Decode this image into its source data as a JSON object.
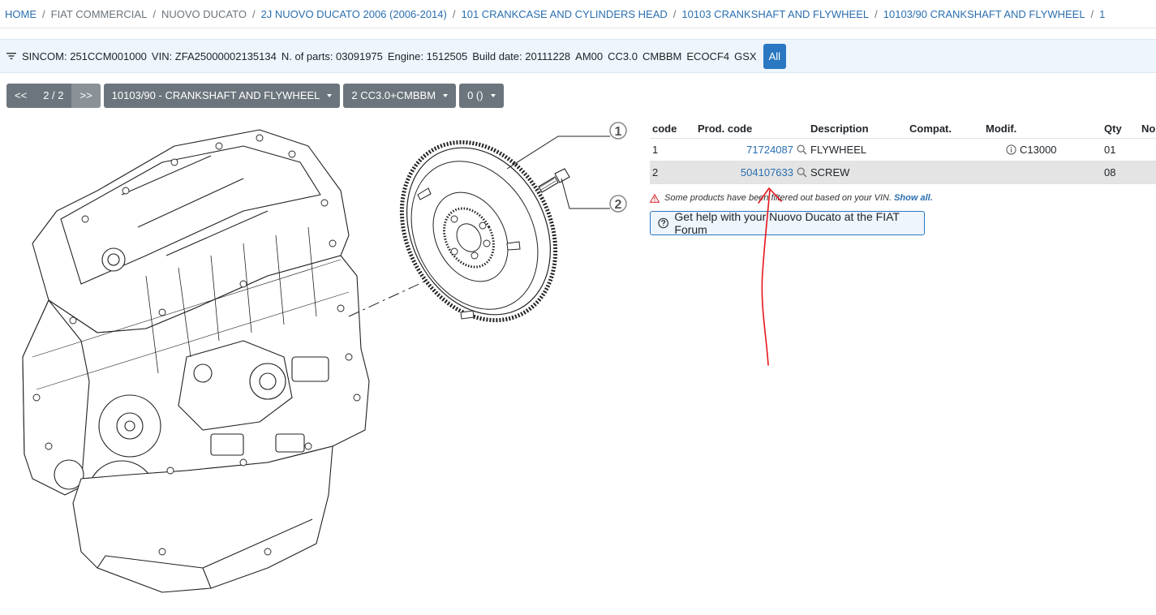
{
  "breadcrumb": [
    {
      "label": "HOME",
      "style": "link"
    },
    {
      "label": "FIAT COMMERCIAL",
      "style": "muted"
    },
    {
      "label": "NUOVO DUCATO",
      "style": "muted"
    },
    {
      "label": "2J NUOVO DUCATO 2006 (2006-2014)",
      "style": "link"
    },
    {
      "label": "101 CRANKCASE AND CYLINDERS HEAD",
      "style": "link"
    },
    {
      "label": "10103 CRANKSHAFT AND FLYWHEEL",
      "style": "link"
    },
    {
      "label": "10103/90 CRANKSHAFT AND FLYWHEEL",
      "style": "link"
    },
    {
      "label": "1",
      "style": "link"
    }
  ],
  "breadcrumb_separator": "/",
  "vehicle_info": {
    "sincom": "SINCOM: 251CCM001000",
    "vin": "VIN: ZFA25000002135134",
    "parts": "N. of parts: 03091975",
    "engine": "Engine: 1512505",
    "build_date": "Build date: 20111228",
    "codes": [
      "AM00",
      "CC3.0",
      "CMBBM",
      "ECOCF4",
      "GSX"
    ],
    "all_button": "All"
  },
  "toolbar": {
    "prev": "<<",
    "page": "2 / 2",
    "next": ">>",
    "section_dropdown": "10103/90 - CRANKSHAFT AND FLYWHEEL",
    "variant_dropdown": "2 CC3.0+CMBBM",
    "filter_dropdown": "0 ()"
  },
  "diagram": {
    "callouts": [
      "1",
      "2"
    ]
  },
  "parts_table": {
    "headers": {
      "code": "code",
      "prod_code": "Prod. code",
      "description": "Description",
      "compat": "Compat.",
      "modif": "Modif.",
      "qty": "Qty",
      "notes": "No"
    },
    "rows": [
      {
        "code": "1",
        "prod_code": "71724087",
        "description": "FLYWHEEL",
        "compat": "",
        "modif": "C13000",
        "qty": "01"
      },
      {
        "code": "2",
        "prod_code": "504107633",
        "description": "SCREW",
        "compat": "",
        "modif": "",
        "qty": "08"
      }
    ]
  },
  "filter_notice": {
    "text": "Some products have been filtered out based on your VIN.",
    "link": "Show all."
  },
  "forum_button": "Get help with your Nuovo Ducato at the FIAT Forum",
  "colors": {
    "link": "#2a6fb0",
    "primary": "#2a78c2",
    "secondary_button": "#6c757d",
    "info_bar_bg": "#eef5fc",
    "highlight_row": "#e4e4e4",
    "annotation": "#e8141b",
    "warning": "#d9363e"
  },
  "icons": [
    "filter-icon",
    "magnifier-icon",
    "info-icon",
    "warning-icon",
    "question-circle-icon",
    "caret-down-icon"
  ]
}
